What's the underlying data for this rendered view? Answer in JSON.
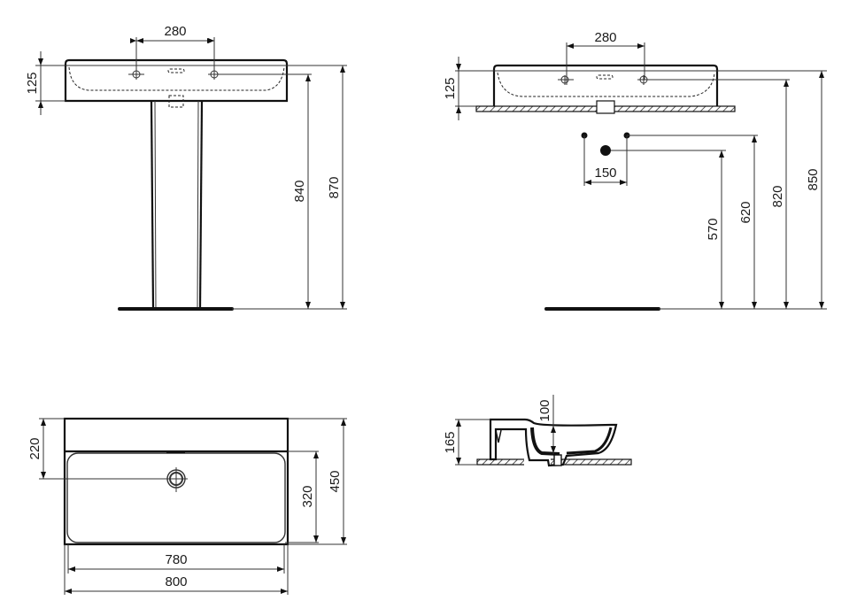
{
  "drawing": {
    "type": "technical dimension drawing of wall-mounted washbasin",
    "units": "mm",
    "line_color": "#111111",
    "background": "#ffffff"
  },
  "views": {
    "front_pedestal": {
      "tap_hole_spacing": "280",
      "basin_height": "125",
      "overflow_height": "840",
      "top_height": "870"
    },
    "front_wall": {
      "tap_hole_spacing": "280",
      "basin_height": "125",
      "supply_spacing": "150",
      "waste_height": "570",
      "supply_height": "620",
      "overflow_height": "820",
      "top_height": "850"
    },
    "plan": {
      "waste_from_wall": "220",
      "bowl_depth": "320",
      "total_depth": "450",
      "bowl_width": "780",
      "total_width": "800"
    },
    "side_section": {
      "bowl_depth": "100",
      "height": "165"
    }
  }
}
